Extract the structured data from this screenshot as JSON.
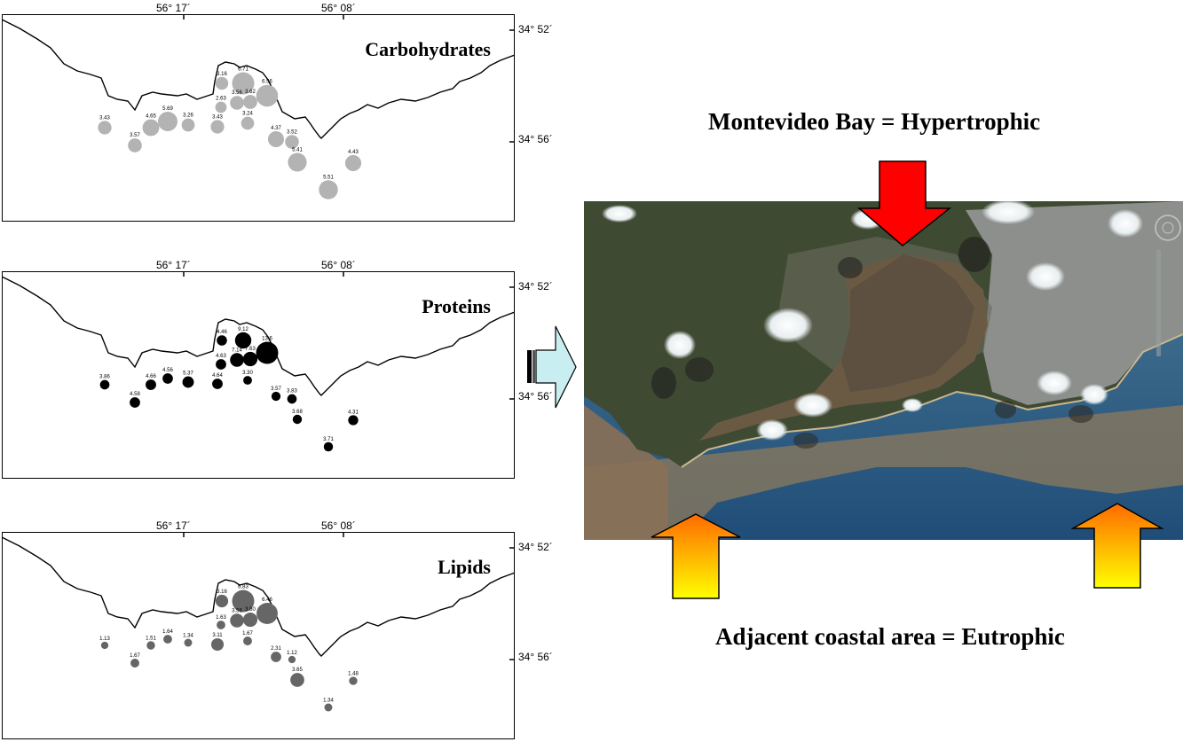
{
  "axis_labels": {
    "lon_left": "56° 17´",
    "lon_right": "56° 08´",
    "lat_top": "34° 52´",
    "lat_bottom": "34° 56´"
  },
  "panels": [
    {
      "title": "Carbohydrates",
      "color": "#b3b3b3",
      "stations": [
        {
          "label": "3.43",
          "value": 3.43
        },
        {
          "label": "3.57",
          "value": 3.57
        },
        {
          "label": "4.65",
          "value": 4.65
        },
        {
          "label": "5.69",
          "value": 5.69
        },
        {
          "label": "3.26",
          "value": 3.26
        },
        {
          "label": "3.43",
          "value": 3.43
        },
        {
          "label": "3.16",
          "value": 3.16
        },
        {
          "label": "6.71",
          "value": 6.71
        },
        {
          "label": "2.63",
          "value": 2.63
        },
        {
          "label": "3.56",
          "value": 3.56
        },
        {
          "label": "3.62",
          "value": 3.62
        },
        {
          "label": "6.56",
          "value": 6.56
        },
        {
          "label": "3.24",
          "value": 3.24
        },
        {
          "label": "4.37",
          "value": 4.37
        },
        {
          "label": "3.52",
          "value": 3.52
        },
        {
          "label": "5.41",
          "value": 5.41
        },
        {
          "label": "4.43",
          "value": 4.43
        },
        {
          "label": "5.51",
          "value": 5.51
        }
      ]
    },
    {
      "title": "Proteins",
      "color": "#000000",
      "stations": [
        {
          "label": "3.86",
          "value": 3.86
        },
        {
          "label": "4.58",
          "value": 4.58
        },
        {
          "label": "4.66",
          "value": 4.66
        },
        {
          "label": "4.56",
          "value": 4.56
        },
        {
          "label": "5.37",
          "value": 5.37
        },
        {
          "label": "4.64",
          "value": 4.64
        },
        {
          "label": "4.46",
          "value": 4.46
        },
        {
          "label": "9.12",
          "value": 9.12
        },
        {
          "label": "4.63",
          "value": 4.63
        },
        {
          "label": "7.14",
          "value": 7.14
        },
        {
          "label": "7.63",
          "value": 7.63
        },
        {
          "label": "13.6",
          "value": 13.6
        },
        {
          "label": "3.30",
          "value": 3.3
        },
        {
          "label": "3.57",
          "value": 3.57
        },
        {
          "label": "3.83",
          "value": 3.83
        },
        {
          "label": "3.68",
          "value": 3.68
        },
        {
          "label": "4.31",
          "value": 4.31
        },
        {
          "label": "3.71",
          "value": 3.71
        }
      ]
    },
    {
      "title": "Lipids",
      "color": "#666666",
      "stations": [
        {
          "label": "1.13",
          "value": 1.13
        },
        {
          "label": "1.67",
          "value": 1.67
        },
        {
          "label": "1.51",
          "value": 1.51
        },
        {
          "label": "1.64",
          "value": 1.64
        },
        {
          "label": "1.34",
          "value": 1.34
        },
        {
          "label": "3.11",
          "value": 3.11
        },
        {
          "label": "3.16",
          "value": 3.16
        },
        {
          "label": "6.83",
          "value": 6.83
        },
        {
          "label": "1.63",
          "value": 1.63
        },
        {
          "label": "3.56",
          "value": 3.56
        },
        {
          "label": "3.80",
          "value": 3.8
        },
        {
          "label": "6.46",
          "value": 6.46
        },
        {
          "label": "1.67",
          "value": 1.67
        },
        {
          "label": "2.31",
          "value": 2.31
        },
        {
          "label": "1.12",
          "value": 1.12
        },
        {
          "label": "3.65",
          "value": 3.65
        },
        {
          "label": "1.48",
          "value": 1.48
        },
        {
          "label": "1.34",
          "value": 1.34
        }
      ]
    }
  ],
  "headline_top": "Montevideo Bay = Hypertrophic",
  "headline_bottom": "Adjacent coastal area = Eutrophic",
  "colors": {
    "hypertrophic_arrow": "#ff0000",
    "eutrophic_arrow_top": "#ff6a00",
    "eutrophic_arrow_bottom": "#ffff00",
    "connector_arrow": "#c8eef2"
  }
}
